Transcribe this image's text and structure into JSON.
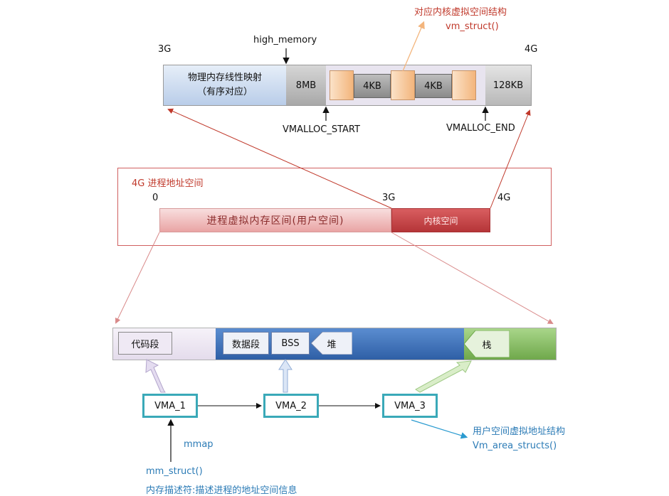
{
  "kernel_map": {
    "left_label": "3G",
    "right_label": "4G",
    "high_memory": "high_memory",
    "linear_map_line1": "物理内存线性映射",
    "linear_map_line2": "（有序对应）",
    "gap_8mb": "8MB",
    "gap_4kb_a": "4KB",
    "gap_4kb_b": "4KB",
    "top_128kb": "128KB",
    "vmalloc_start": "VMALLOC_START",
    "vmalloc_end": "VMALLOC_END",
    "vm_struct_title": "对应内核虚拟空间结构",
    "vm_struct_name": "vm_struct()"
  },
  "process_space": {
    "title": "4G 进程地址空间",
    "mark_0": "0",
    "mark_3g": "3G",
    "mark_4g": "4G",
    "user_region": "进程虚拟内存区间(用户空间)",
    "kernel_region": "内核空间"
  },
  "segments": {
    "code": "代码段",
    "data": "数据段",
    "bss": "BSS",
    "heap": "堆",
    "stack": "栈"
  },
  "vma": {
    "vma1": "VMA_1",
    "vma2": "VMA_2",
    "vma3": "VMA_3",
    "mmap": "mmap",
    "vm_area_title": "用户空间虚拟地址结构",
    "vm_area_name": "Vm_area_structs()",
    "mm_struct": "mm_struct()",
    "mm_desc": "内存描述符:描述进程的地址空间信息"
  },
  "colors": {
    "red_accent": "#c0392b",
    "blue_text": "#2b7bb6",
    "vma_border": "#3aa9b8",
    "linear_blue": "#c9daf0",
    "orange_block": "#f7c9a0",
    "gray_block": "#9a9a9a",
    "user_pink": "#f1b8b8",
    "kernel_red": "#c9474a",
    "seg_blue": "#4a7dc4",
    "seg_green": "#8fc46b"
  }
}
